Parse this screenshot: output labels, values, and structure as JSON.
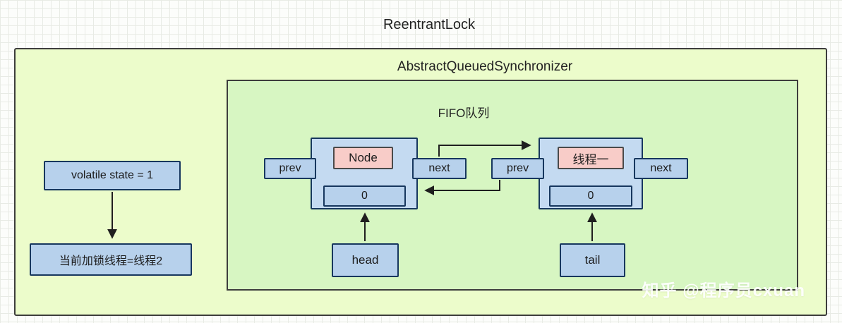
{
  "title": "ReentrantLock",
  "aqs_label": "AbstractQueuedSynchronizer",
  "fifo_label": "FIFO队列",
  "left": {
    "state": "volatile state = 1",
    "thread": "当前加锁线程=线程2"
  },
  "node1": {
    "name": "Node",
    "value": "0",
    "prev": "prev",
    "next": "next"
  },
  "node2": {
    "name": "线程一",
    "value": "0",
    "prev": "prev",
    "next": "next"
  },
  "head": "head",
  "tail": "tail",
  "watermark": "知乎 @程序员cxuan",
  "colors": {
    "outer_fill": "#ecfccb",
    "inner_fill": "#d7f6c2",
    "box_fill": "#b7d1ec",
    "node_fill": "#c4daf1",
    "pink_fill": "#f8ccc8",
    "box_border": "#17375e"
  }
}
